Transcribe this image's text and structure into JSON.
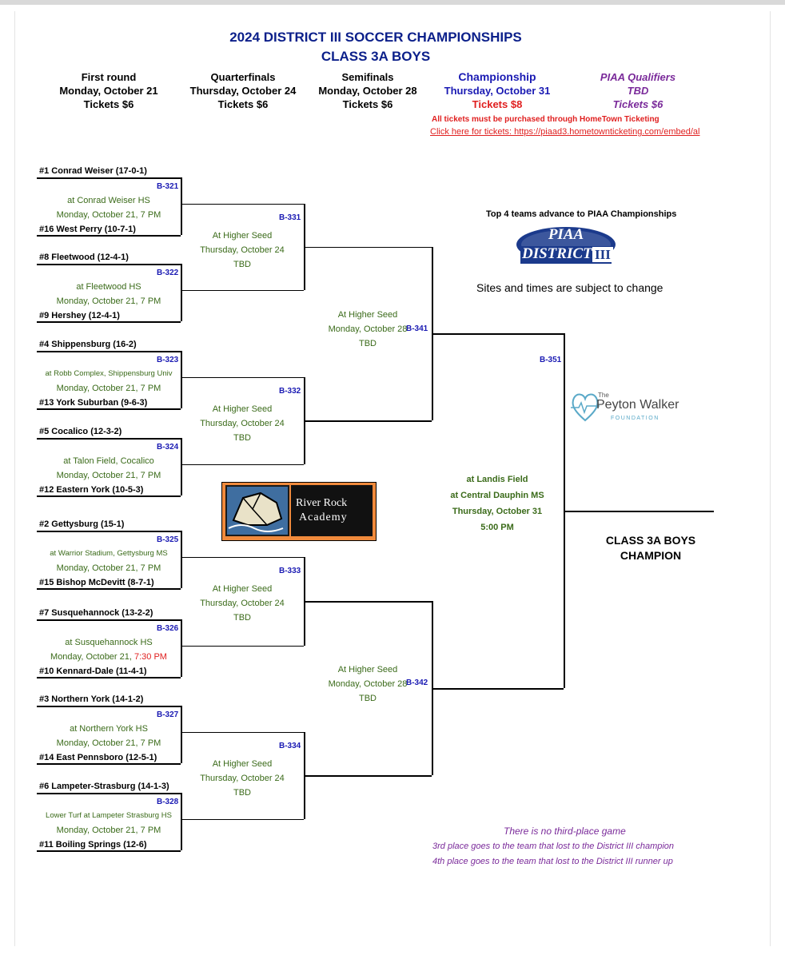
{
  "title": "2024 DISTRICT III SOCCER CHAMPIONSHIPS",
  "subtitle": "CLASS 3A BOYS",
  "rounds": [
    {
      "name": "First round",
      "date": "Monday, October 21",
      "tickets": "Tickets $6"
    },
    {
      "name": "Quarterfinals",
      "date": "Thursday, October 24",
      "tickets": "Tickets $6"
    },
    {
      "name": "Semifinals",
      "date": "Monday, October 28",
      "tickets": "Tickets $6"
    },
    {
      "name": "Championship",
      "date": "Thursday, October 31",
      "tickets": "Tickets $8"
    },
    {
      "name": "PIAA Qualifiers",
      "date": "TBD",
      "tickets": "Tickets $6"
    }
  ],
  "ticket_note": "All tickets must be purchased through HomeTown Ticketing",
  "ticket_link": "Click here for tickets: https://piaad3.hometownticketing.com/embed/al",
  "first_round": [
    {
      "code": "B-321",
      "top": "#1 Conrad Weiser (17-0-1)",
      "venue": "at Conrad Weiser HS",
      "time_prefix": "Monday, October 21, ",
      "time": "7 PM",
      "bottom": "#16 West Perry (10-7-1)"
    },
    {
      "code": "B-322",
      "top": "#8 Fleetwood (12-4-1)",
      "venue": "at Fleetwood HS",
      "time_prefix": "Monday, October 21, ",
      "time": "7 PM",
      "bottom": "#9 Hershey (12-4-1)"
    },
    {
      "code": "B-323",
      "top": "#4 Shippensburg (16-2)",
      "venue": "at Robb Complex, Shippensburg Univ",
      "time_prefix": "Monday, October 21, ",
      "time": "7 PM",
      "bottom": "#13 York Suburban (9-6-3)"
    },
    {
      "code": "B-324",
      "top": "#5 Cocalico (12-3-2)",
      "venue": "at Talon Field, Cocalico",
      "time_prefix": "Monday, October 21, ",
      "time": "7 PM",
      "bottom": "#12 Eastern York (10-5-3)"
    },
    {
      "code": "B-325",
      "top": "#2 Gettysburg (15-1)",
      "venue": "at Warrior Stadium, Gettysburg MS",
      "time_prefix": "Monday, October 21, ",
      "time": "7 PM",
      "bottom": "#15 Bishop McDevitt (8-7-1)"
    },
    {
      "code": "B-326",
      "top": "#7 Susquehannock (13-2-2)",
      "venue": "at Susquehannock HS",
      "time_prefix": "Monday, October 21, ",
      "time": "7:30 PM",
      "bottom": "#10 Kennard-Dale (11-4-1)"
    },
    {
      "code": "B-327",
      "top": "#3 Northern York (14-1-2)",
      "venue": "at Northern York HS",
      "time_prefix": "Monday, October 21, ",
      "time": "7 PM",
      "bottom": "#14 East Pennsboro (12-5-1)"
    },
    {
      "code": "B-328",
      "top": "#6 Lampeter-Strasburg (14-1-3)",
      "venue": "Lower Turf  at Lampeter Strasburg HS",
      "time_prefix": "Monday, October 21, ",
      "time": "7 PM",
      "bottom": "#11 Boiling Springs (12-6)"
    }
  ],
  "quarterfinals": [
    {
      "code": "B-331",
      "venue": "At Higher Seed",
      "date": "Thursday, October 24",
      "time": "TBD"
    },
    {
      "code": "B-332",
      "venue": "At Higher Seed",
      "date": "Thursday, October 24",
      "time": "TBD"
    },
    {
      "code": "B-333",
      "venue": "At Higher Seed",
      "date": "Thursday, October 24",
      "time": "TBD"
    },
    {
      "code": "B-334",
      "venue": "At Higher Seed",
      "date": "Thursday, October 24",
      "time": "TBD"
    }
  ],
  "semifinals": [
    {
      "code": "B-341",
      "venue": "At Higher Seed",
      "date": "Monday, October 28",
      "time": "TBD"
    },
    {
      "code": "B-342",
      "venue": "At Higher Seed",
      "date": "Monday, October 28",
      "time": "TBD"
    }
  ],
  "championship": {
    "code": "B-351",
    "venue1": "at Landis Field",
    "venue2": "at Central Dauphin MS",
    "date": "Thursday, October 31",
    "time": "5:00 PM"
  },
  "top4_note": "Top 4 teams advance to PIAA Championships",
  "piaa_logo": {
    "line1": "PIAA",
    "line2": "DISTRICT",
    "numeral": "III"
  },
  "sites_note": "Sites and times are subject to change",
  "peyton_logo": {
    "the": "The",
    "name": "Peyton Walker",
    "foundation": "FOUNDATION"
  },
  "river_rock_logo": {
    "line1": "River Rock",
    "line2": "Academy"
  },
  "champion_label": {
    "line1": "CLASS 3A BOYS",
    "line2": "CHAMPION"
  },
  "third_place": {
    "line1": "There is no third-place game",
    "line2": "3rd place goes to the team that lost to the District III champion",
    "line3": "4th place goes to the team that lost to the District III runner up"
  },
  "colors": {
    "code_blue": "#1a1ab3",
    "venue_green": "#3b6b1a",
    "alert_red": "#e02020",
    "qualifier_purple": "#7a2a9a",
    "piaa_navy": "#1b3a8c",
    "river_orange": "#f08a3c"
  }
}
